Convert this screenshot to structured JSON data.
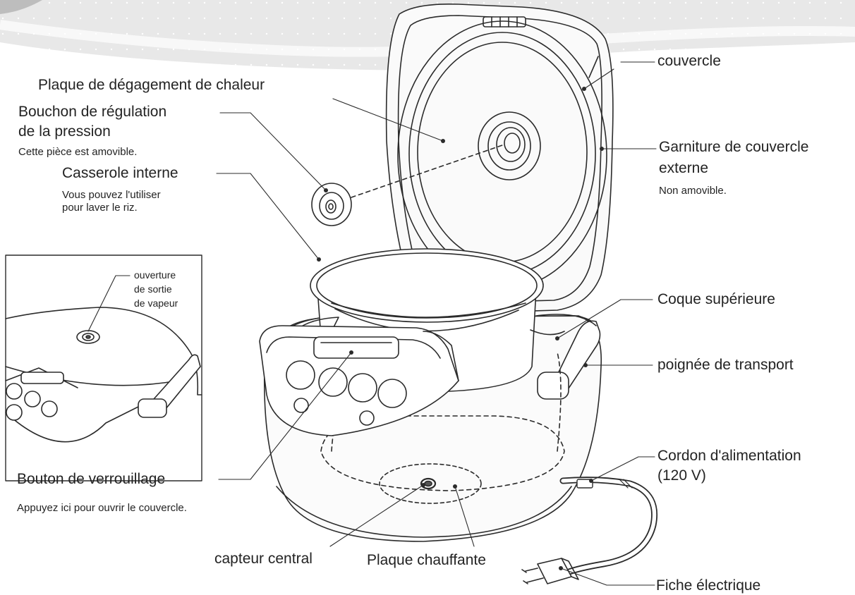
{
  "labels": {
    "couvercle": "couvercle",
    "plaque_degagement": "Plaque de dégagement de chaleur",
    "bouchon_line1": "Bouchon de régulation",
    "bouchon_line2": "de la pression",
    "bouchon_note": "Cette pièce est amovible.",
    "garniture_line1": "Garniture de couvercle",
    "garniture_line2": "externe",
    "garniture_note": "Non amovible.",
    "casserole": "Casserole interne",
    "casserole_note1": "Vous pouvez l'utiliser",
    "casserole_note2": "pour laver le riz.",
    "ouverture_line1": "ouverture",
    "ouverture_line2": "de sortie",
    "ouverture_line3": "de vapeur",
    "coque": "Coque supérieure",
    "poignee": "poignée de transport",
    "cordon_line1": "Cordon d'alimentation",
    "cordon_line2": "(120 V)",
    "bouton": "Bouton de verrouillage",
    "bouton_note": "Appuyez ici pour ouvrir le couvercle.",
    "capteur": "capteur central",
    "plaque_chauffante": "Plaque chauffante",
    "fiche": "Fiche électrique"
  },
  "colors": {
    "background": "#ffffff",
    "banner": "#e6e6e6",
    "line": "#2b2b2b",
    "text": "#232323",
    "body_fill": "#fbfbfb"
  }
}
